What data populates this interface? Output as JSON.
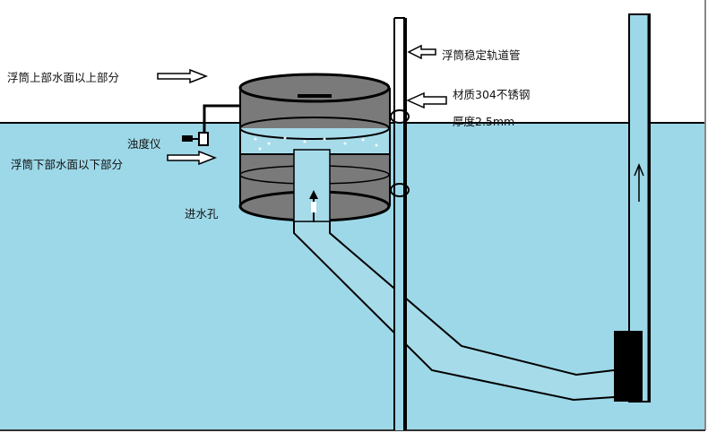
{
  "labels": {
    "above_water": "浮筒上部水面以上部分",
    "below_water": "浮筒下部水面以下部分",
    "turbidity_meter": "浊度仪",
    "inlet_hole": "进水孔",
    "guide_pipe": "浮筒稳定轨道管",
    "material": "材质304不锈钢",
    "thickness": "厚度2.5mm"
  },
  "colors": {
    "water": "#9dd8e8",
    "float_body": "#7a7a7a",
    "line": "#000000"
  }
}
